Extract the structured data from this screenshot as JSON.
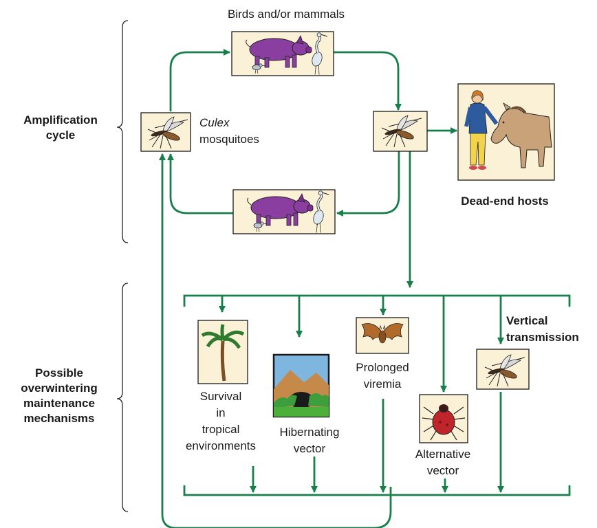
{
  "labels": {
    "top_hosts": "Birds and/or mammals",
    "culex_italic": "Culex",
    "culex_rest": "mosquitoes",
    "dead_end": "Dead-end hosts",
    "amplification_line1": "Amplification",
    "amplification_line2": "cycle",
    "overwinter_line1": "Possible",
    "overwinter_line2": "overwintering",
    "overwinter_line3": "maintenance",
    "overwinter_line4": "mechanisms",
    "tropical_line1": "Survival",
    "tropical_line2": "in",
    "tropical_line3": "tropical",
    "tropical_line4": "environments",
    "hibernating_line1": "Hibernating",
    "hibernating_line2": "vector",
    "viremia_line1": "Prolonged",
    "viremia_line2": "viremia",
    "alternative_line1": "Alternative",
    "alternative_line2": "vector",
    "vertical_line1": "Vertical",
    "vertical_line2": "transmission"
  },
  "colors": {
    "arrow": "#17804a",
    "box_fill": "#fbf1d6",
    "pig": "#8a3fa0",
    "text": "#1a1a1a"
  },
  "icons": [
    "mosquito-icon",
    "pig-icon",
    "heron-icon",
    "sandpiper-icon",
    "palm-tree-icon",
    "cave-icon",
    "bat-icon",
    "tick-icon",
    "girl-icon",
    "horse-icon"
  ]
}
